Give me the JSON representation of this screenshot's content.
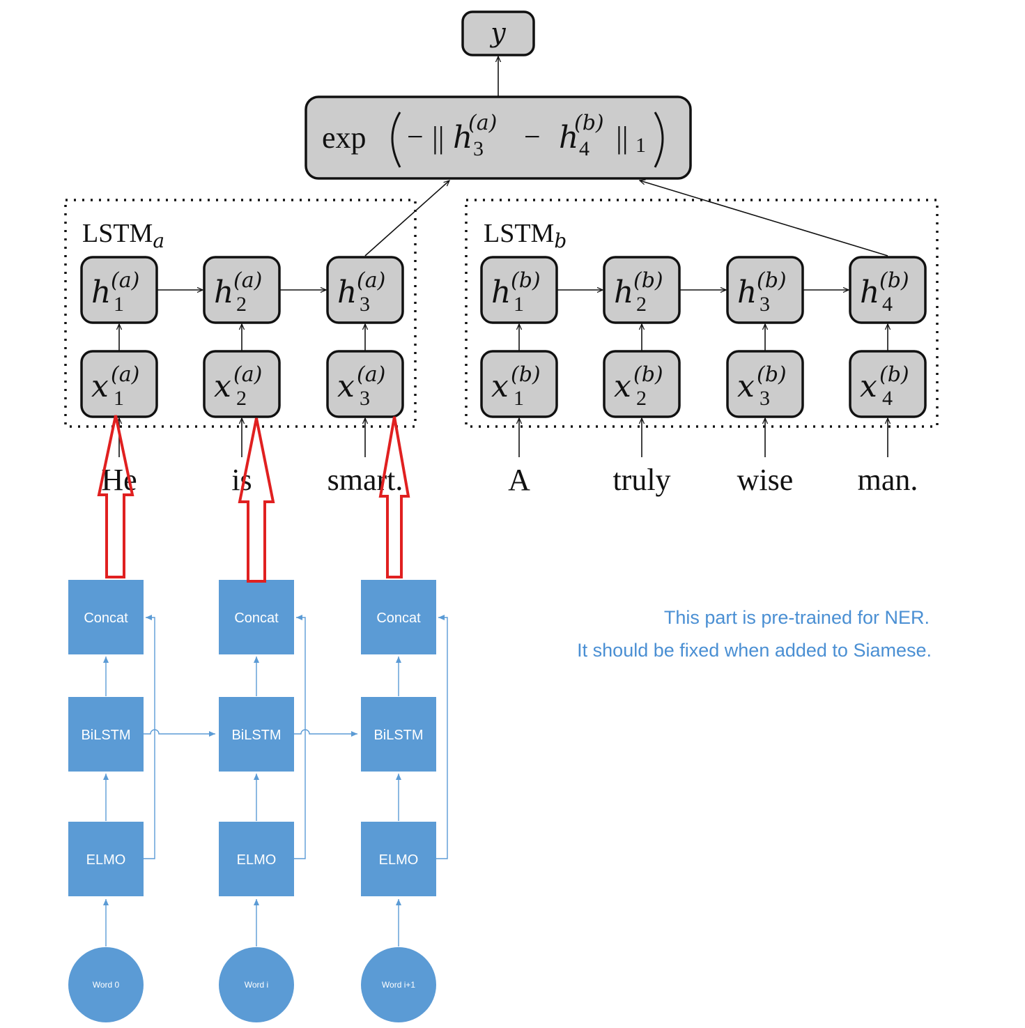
{
  "output": {
    "label": "y"
  },
  "distance": {
    "func": "exp",
    "minus_sign": "−",
    "norm_open": "||",
    "norm_close": "||",
    "norm_sub": "1",
    "left_var": "h",
    "left_sub": "3",
    "left_sup": "(a)",
    "right_var": "h",
    "right_sub": "4",
    "right_sup": "(b)"
  },
  "lstm_a": {
    "title": "LSTM",
    "title_sub": "a",
    "hidden": [
      {
        "var": "h",
        "sub": "1",
        "sup": "(a)"
      },
      {
        "var": "h",
        "sub": "2",
        "sup": "(a)"
      },
      {
        "var": "h",
        "sub": "3",
        "sup": "(a)"
      }
    ],
    "inputs": [
      {
        "var": "x",
        "sub": "1",
        "sup": "(a)"
      },
      {
        "var": "x",
        "sub": "2",
        "sup": "(a)"
      },
      {
        "var": "x",
        "sub": "3",
        "sup": "(a)"
      }
    ],
    "words": [
      "He",
      "is",
      "smart."
    ]
  },
  "lstm_b": {
    "title": "LSTM",
    "title_sub": "b",
    "hidden": [
      {
        "var": "h",
        "sub": "1",
        "sup": "(b)"
      },
      {
        "var": "h",
        "sub": "2",
        "sup": "(b)"
      },
      {
        "var": "h",
        "sub": "3",
        "sup": "(b)"
      },
      {
        "var": "h",
        "sub": "4",
        "sup": "(b)"
      }
    ],
    "inputs": [
      {
        "var": "x",
        "sub": "1",
        "sup": "(b)"
      },
      {
        "var": "x",
        "sub": "2",
        "sup": "(b)"
      },
      {
        "var": "x",
        "sub": "3",
        "sup": "(b)"
      },
      {
        "var": "x",
        "sub": "4",
        "sup": "(b)"
      }
    ],
    "words": [
      "A",
      "truly",
      "wise",
      "man."
    ]
  },
  "ner": {
    "columns": [
      {
        "concat": "Concat",
        "bilstm": "BiLSTM",
        "elmo": "ELMO",
        "word": "Word 0"
      },
      {
        "concat": "Concat",
        "bilstm": "BiLSTM",
        "elmo": "ELMO",
        "word": "Word i"
      },
      {
        "concat": "Concat",
        "bilstm": "BiLSTM",
        "elmo": "ELMO",
        "word": "Word i+1"
      }
    ],
    "note_lines": [
      "This part is pre-trained for NER.",
      "It should be fixed when added to Siamese."
    ]
  },
  "colors": {
    "node_fill": "#cccccc",
    "ner_block": "#5b9bd5",
    "ner_line": "#5b9bd5",
    "highlight_arrow": "#e02020",
    "note_text": "#4a8fd3"
  }
}
